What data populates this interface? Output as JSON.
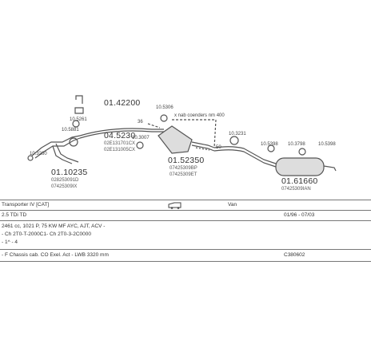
{
  "parts": {
    "p1": {
      "number": "01.42200"
    },
    "p2": {
      "number": "04.5230",
      "sub": [
        "02E131701CX",
        "02E131005CX"
      ]
    },
    "p3": {
      "number": "01.10235",
      "sub": [
        "028253091D",
        "07425309IX"
      ]
    },
    "p4": {
      "number": "01.52350",
      "sub": [
        "07425309BP",
        "07425309ET"
      ]
    },
    "p5": {
      "number": "01.61660",
      "sub": [
        "07425309IAN"
      ]
    },
    "small": {
      "a": "10.5261",
      "b": "10.5881",
      "c": "10.5306",
      "d": "10.3260",
      "e": "10.3007",
      "f": "10.3231",
      "g": "10.5398",
      "h": "10.3798",
      "i": "10.5398"
    },
    "dim_36": "36",
    "dim_50": "50",
    "note": "x nab coenders nm 400"
  },
  "table": {
    "row1": {
      "model": "Transporter IV [CAT]",
      "body": "Van"
    },
    "row2": {
      "engine": "2.5 TDi TD",
      "period": "01/96 - 07/03"
    },
    "row3": {
      "spec": "2461 cc, 1021 P, 75 KW MF AYC, AJT, ACV -"
    },
    "row4": {
      "spec": "- Ch 2T0-T-2000C1- Ch 2T0-3-2C0000"
    },
    "row5": {
      "spec": "- 1^ - 4"
    },
    "row6": {
      "spec": "- F Chassis cab. CO Exel. Act - LWB 3320 mm",
      "code": "C380602"
    }
  }
}
